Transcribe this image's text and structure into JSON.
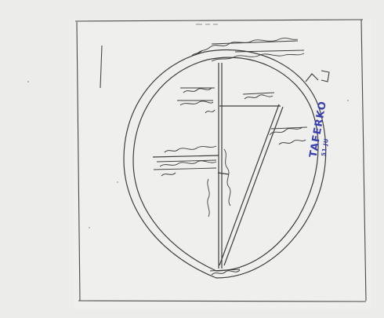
{
  "document": {
    "kind": "hand-drawn site sketch map",
    "stamp": {
      "lines": [
        "TAFERKO",
        "51 JU"
      ]
    }
  },
  "colors": {
    "paper": "#efefed",
    "ink": "#3d3d3d",
    "stamp": "#3a3fae"
  }
}
